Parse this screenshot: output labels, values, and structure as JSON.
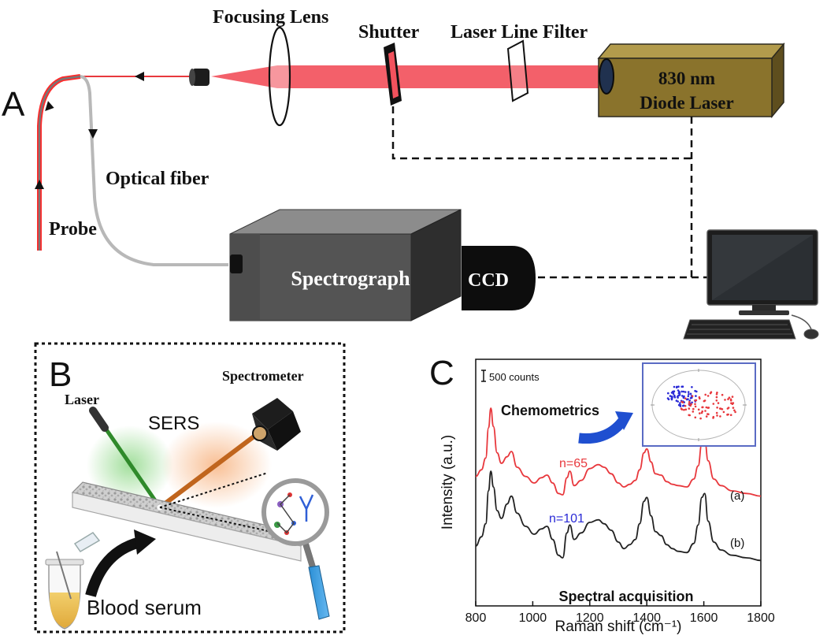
{
  "panel_a": {
    "letter": "A",
    "focusing_lens": "Focusing Lens",
    "shutter": "Shutter",
    "laser_line_filter": "Laser Line Filter",
    "laser_line1": "830 nm",
    "laser_line2": "Diode Laser",
    "optical_fiber": "Optical fiber",
    "probe": "Probe",
    "spectrograph": "Spectrograph",
    "ccd": "CCD"
  },
  "panel_b": {
    "letter": "B",
    "laser": "Laser",
    "spectrometer": "Spectrometer",
    "sers": "SERS",
    "blood_serum": "Blood serum"
  },
  "panel_c": {
    "letter": "C",
    "scale_bar": "500 counts",
    "chemometrics": "Chemometrics",
    "spectral_acquisition": "Spectral acquisition",
    "n_a": "n=65",
    "n_b": "n=101",
    "curve_a_label": "(a)",
    "curve_b_label": "(b)",
    "colors": {
      "curve_a": "#e8383d",
      "curve_b": "#222222",
      "n_a": "#e8383d",
      "n_b": "#2a2ad6"
    }
  },
  "chart_data": {
    "type": "line",
    "title": "",
    "xlabel": "Raman shift (cm⁻¹)",
    "ylabel": "Intensity (a.u.)",
    "xlim": [
      800,
      1800
    ],
    "xticks": [
      800,
      1000,
      1200,
      1400,
      1600,
      1800
    ],
    "grid": false,
    "series": [
      {
        "name": "(a)",
        "x": [
          800,
          820,
          835,
          845,
          853,
          862,
          875,
          890,
          910,
          925,
          945,
          975,
          1005,
          1030,
          1050,
          1070,
          1090,
          1105,
          1120,
          1130,
          1145,
          1170,
          1200,
          1230,
          1250,
          1275,
          1300,
          1320,
          1340,
          1360,
          1375,
          1390,
          1400,
          1415,
          1430,
          1450,
          1470,
          1490,
          1510,
          1540,
          1565,
          1580,
          1593,
          1603,
          1615,
          1635,
          1660,
          1700,
          1750,
          1800
        ],
        "y": [
          0.48,
          0.53,
          0.62,
          0.85,
          1.0,
          0.86,
          0.66,
          0.58,
          0.63,
          0.67,
          0.55,
          0.48,
          0.43,
          0.47,
          0.49,
          0.43,
          0.35,
          0.34,
          0.47,
          0.52,
          0.41,
          0.45,
          0.54,
          0.57,
          0.55,
          0.5,
          0.43,
          0.4,
          0.42,
          0.45,
          0.53,
          0.66,
          0.69,
          0.59,
          0.5,
          0.49,
          0.44,
          0.42,
          0.41,
          0.4,
          0.46,
          0.56,
          0.73,
          0.76,
          0.6,
          0.46,
          0.41,
          0.37,
          0.35,
          0.33
        ]
      },
      {
        "name": "(b)",
        "x": [
          800,
          820,
          835,
          845,
          853,
          862,
          875,
          890,
          910,
          925,
          945,
          975,
          1005,
          1030,
          1050,
          1070,
          1090,
          1105,
          1120,
          1130,
          1145,
          1170,
          1200,
          1230,
          1250,
          1275,
          1300,
          1320,
          1340,
          1360,
          1375,
          1390,
          1400,
          1415,
          1430,
          1450,
          1470,
          1490,
          1510,
          1540,
          1565,
          1580,
          1593,
          1603,
          1615,
          1635,
          1660,
          1700,
          1750,
          1800
        ],
        "y": [
          -0.05,
          0.02,
          0.12,
          0.37,
          0.52,
          0.4,
          0.22,
          0.16,
          0.27,
          0.33,
          0.2,
          0.1,
          0.04,
          0.08,
          0.1,
          0.0,
          -0.12,
          -0.14,
          0.05,
          0.11,
          0.0,
          0.05,
          0.13,
          0.15,
          0.12,
          0.07,
          -0.02,
          -0.07,
          -0.04,
          0.0,
          0.12,
          0.29,
          0.32,
          0.18,
          0.06,
          0.03,
          -0.04,
          -0.07,
          -0.09,
          -0.1,
          -0.03,
          0.11,
          0.32,
          0.35,
          0.14,
          -0.02,
          -0.08,
          -0.12,
          -0.14,
          -0.16
        ]
      }
    ]
  }
}
